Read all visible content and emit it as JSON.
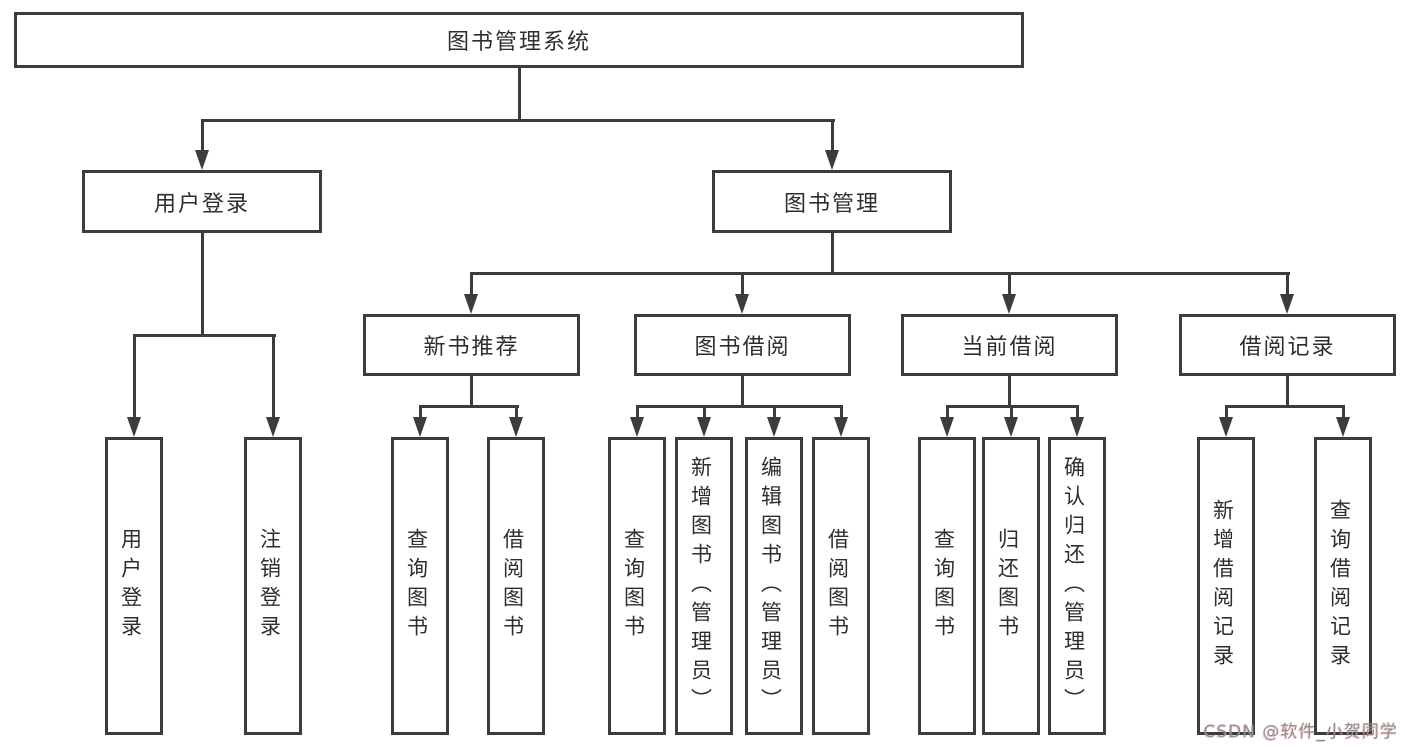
{
  "diagram": {
    "type": "tree",
    "root": {
      "id": "library-management-system",
      "label": "图书管理系统"
    },
    "level2": [
      {
        "id": "user-login-branch",
        "label": "用户登录",
        "parent": "library-management-system"
      },
      {
        "id": "book-management",
        "label": "图书管理",
        "parent": "library-management-system"
      }
    ],
    "level3": [
      {
        "id": "new-book-recommendation",
        "label": "新书推荐",
        "parent": "book-management"
      },
      {
        "id": "book-borrowing",
        "label": "图书借阅",
        "parent": "book-management"
      },
      {
        "id": "current-borrowing",
        "label": "当前借阅",
        "parent": "book-management"
      },
      {
        "id": "borrowing-records",
        "label": "借阅记录",
        "parent": "book-management"
      }
    ],
    "leaves": [
      {
        "id": "user-login-action",
        "label": "用户登录",
        "parent": "user-login-branch"
      },
      {
        "id": "logout-action",
        "label": "注销登录",
        "parent": "user-login-branch"
      },
      {
        "id": "query-books-recommend",
        "label": "查询图书",
        "parent": "new-book-recommendation"
      },
      {
        "id": "borrow-books-recommend",
        "label": "借阅图书",
        "parent": "new-book-recommendation"
      },
      {
        "id": "query-books-borrowing",
        "label": "查询图书",
        "parent": "book-borrowing"
      },
      {
        "id": "add-books-admin",
        "label": "新增图书（管理员）",
        "parent": "book-borrowing"
      },
      {
        "id": "edit-books-admin",
        "label": "编辑图书（管理员）",
        "parent": "book-borrowing"
      },
      {
        "id": "borrow-books",
        "label": "借阅图书",
        "parent": "book-borrowing"
      },
      {
        "id": "query-books-current",
        "label": "查询图书",
        "parent": "current-borrowing"
      },
      {
        "id": "return-books",
        "label": "归还图书",
        "parent": "current-borrowing"
      },
      {
        "id": "confirm-return-admin",
        "label": "确认归还（管理员）",
        "parent": "current-borrowing"
      },
      {
        "id": "add-borrow-record",
        "label": "新增借阅记录",
        "parent": "borrowing-records"
      },
      {
        "id": "query-borrow-record",
        "label": "查询借阅记录",
        "parent": "borrowing-records"
      }
    ],
    "colors": {
      "line": "#3c3c3c",
      "text": "#2e2e2e",
      "background": "#ffffff",
      "watermark": "#8f8f8f"
    },
    "watermark": "CSDN @软件_小贺同学"
  }
}
